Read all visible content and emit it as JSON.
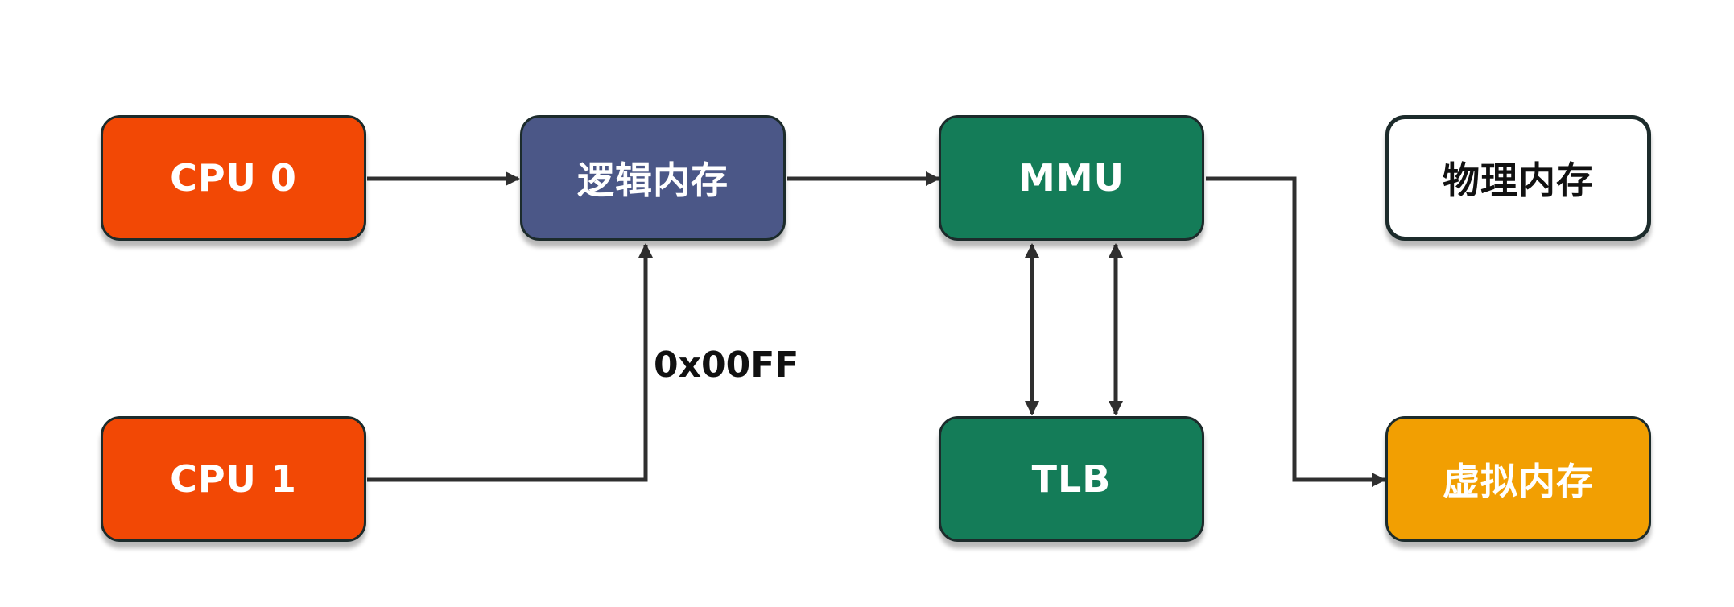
{
  "nodes": {
    "cpu0": {
      "label": "CPU 0",
      "color": "#f24805"
    },
    "cpu1": {
      "label": "CPU 1",
      "color": "#f24805"
    },
    "logical_memory": {
      "label": "逻辑内存",
      "color": "#4b5787"
    },
    "mmu": {
      "label": "MMU",
      "color": "#147c58"
    },
    "tlb": {
      "label": "TLB",
      "color": "#147c58"
    },
    "physical_memory": {
      "label": "物理内存",
      "color": "#ffffff"
    },
    "virtual_memory": {
      "label": "虚拟内存",
      "color": "#f29f02"
    }
  },
  "edge_labels": {
    "address": "0x00FF"
  },
  "edges": [
    {
      "from": "CPU 0",
      "to": "逻辑内存"
    },
    {
      "from": "CPU 1",
      "to": "逻辑内存"
    },
    {
      "from": "逻辑内存",
      "to": "MMU"
    },
    {
      "from": "MMU",
      "to": "TLB",
      "direction": "both"
    },
    {
      "from": "TLB",
      "to": "MMU",
      "direction": "both"
    },
    {
      "from": "MMU",
      "to": "虚拟内存"
    }
  ],
  "colors": {
    "line": "#2f2f2f"
  }
}
